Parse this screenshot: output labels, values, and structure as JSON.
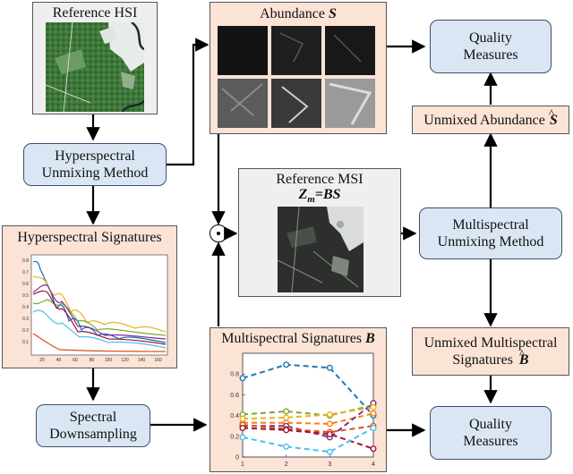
{
  "ref_hsi": {
    "title": "Reference HSI"
  },
  "abundance": {
    "title": "Abundance",
    "symbol": "S"
  },
  "quality_top": {
    "line1": "Quality",
    "line2": "Measures"
  },
  "unmixed_abundance": {
    "label": "Unmixed Abundance",
    "symbol": "S"
  },
  "hyper_method": {
    "line1": "Hyperspectral",
    "line2": "Unmixing Method"
  },
  "ref_msi": {
    "title": "Reference MSI",
    "eq_left": "Z",
    "eq_sub": "m",
    "eq_eq": "=",
    "eq_right": "BS"
  },
  "multi_method": {
    "line1": "Multispectral",
    "line2": "Unmixing Method"
  },
  "hyper_sigs": {
    "title": "Hyperspectral Signatures",
    "y_ticks": [
      "0.8",
      "0.7",
      "0.6",
      "0.5",
      "0.4",
      "0.3",
      "0.2",
      "0.1"
    ],
    "x_ticks": [
      "20",
      "40",
      "60",
      "80",
      "100",
      "120",
      "140",
      "160"
    ]
  },
  "multi_sigs": {
    "title": "Multispectral Signatures",
    "symbol": "B",
    "y_ticks": [
      "0.8",
      "0.6",
      "0.4",
      "0.2",
      "0"
    ],
    "x_ticks": [
      "1",
      "2",
      "3",
      "4"
    ]
  },
  "unmixed_sigs": {
    "line1": "Unmixed Multispectral",
    "line2": "Signatures",
    "symbol": "B"
  },
  "spectral_down": {
    "line1": "Spectral",
    "line2": "Downsampling"
  },
  "quality_bottom": {
    "line1": "Quality",
    "line2": "Measures"
  },
  "odot_symbol": "⊙",
  "colors": {
    "gray_box": "#efefef",
    "peach_box": "#fbe3d6",
    "blue_box": "#dbe6f5",
    "arrow": "#000000"
  },
  "chart_data": [
    {
      "type": "line",
      "title": "Multispectral Signatures",
      "x": [
        1,
        2,
        3,
        4
      ],
      "xlim": [
        1,
        4
      ],
      "ylim": [
        0,
        1
      ],
      "series": [
        {
          "color": "#1f77b4",
          "values": [
            0.76,
            0.89,
            0.86,
            0.4
          ]
        },
        {
          "color": "#ff7f0e",
          "values": [
            0.33,
            0.33,
            0.32,
            0.42
          ]
        },
        {
          "color": "#77ac30",
          "values": [
            0.41,
            0.44,
            0.4,
            0.5
          ]
        },
        {
          "color": "#7e2f8e",
          "values": [
            0.3,
            0.3,
            0.19,
            0.52
          ]
        },
        {
          "color": "#d95319",
          "values": [
            0.31,
            0.27,
            0.24,
            0.3
          ]
        },
        {
          "color": "#edb120",
          "values": [
            0.37,
            0.38,
            0.41,
            0.48
          ]
        },
        {
          "color": "#a2142f",
          "values": [
            0.28,
            0.26,
            0.22,
            0.08
          ]
        },
        {
          "color": "#4dbeee",
          "values": [
            0.19,
            0.1,
            0.05,
            0.28
          ]
        }
      ]
    }
  ]
}
